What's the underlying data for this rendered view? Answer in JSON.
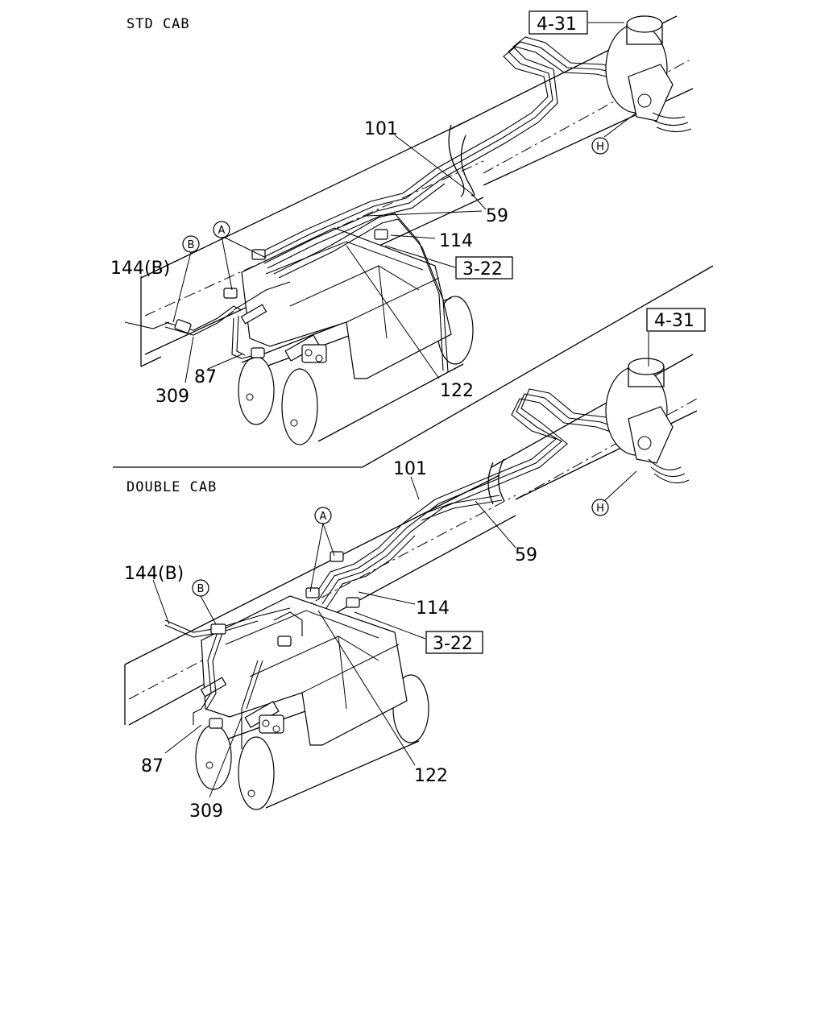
{
  "sections": [
    {
      "title": "STD CAB",
      "labels": {
        "ref_top": "4-31",
        "ref_mid": "3-22",
        "p101": "101",
        "p59": "59",
        "p114": "114",
        "p122": "122",
        "p144": "144(B)",
        "p309": "309",
        "p87": "87",
        "cA": "A",
        "cB": "B",
        "cH": "H"
      }
    },
    {
      "title": "DOUBLE CAB",
      "labels": {
        "ref_top": "4-31",
        "ref_mid": "3-22",
        "p101": "101",
        "p59": "59",
        "p114": "114",
        "p122": "122",
        "p144": "144(B)",
        "p309": "309",
        "p87": "87",
        "cA": "A",
        "cB": "B",
        "cH": "H"
      }
    }
  ]
}
